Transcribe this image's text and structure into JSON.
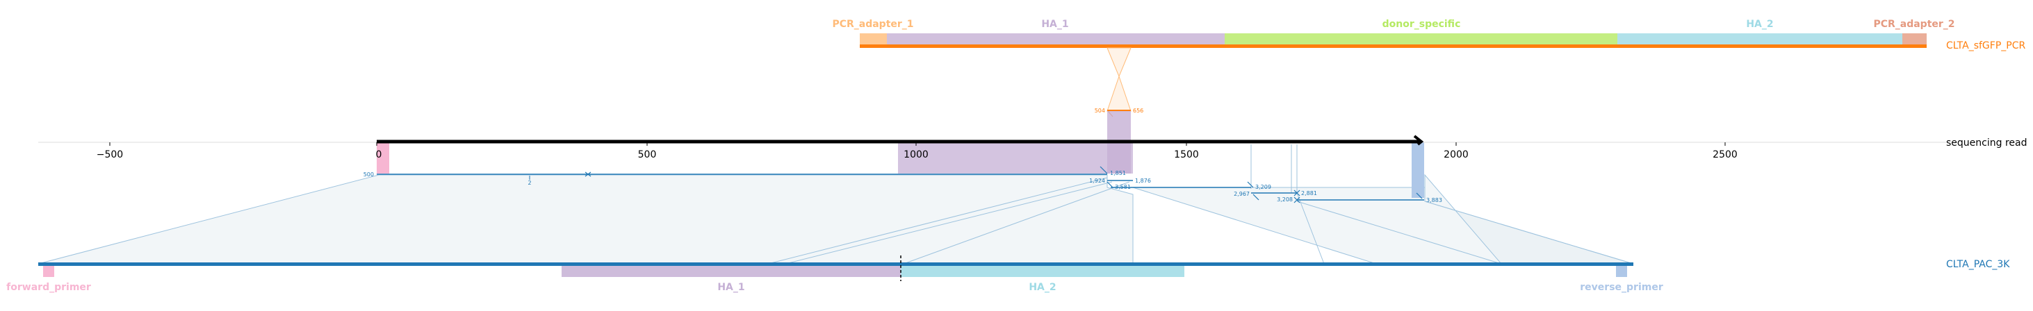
{
  "reference": {
    "name": "CLTA_sfGFP_PCR",
    "color": "#ff7f0e",
    "features": [
      {
        "name": "PCR_adapter_1",
        "color": "#ffbb78"
      },
      {
        "name": "HA_1",
        "color": "#c5b0d5"
      },
      {
        "name": "donor_specific",
        "color": "#b5ea63"
      },
      {
        "name": "HA_2",
        "color": "#9edae5"
      },
      {
        "name": "PCR_adapter_2",
        "color": "#e59a80"
      }
    ],
    "insert_coords": {
      "start": "504",
      "end": "656"
    }
  },
  "read": {
    "name": "sequencing read",
    "axis_ticks": [
      "−500",
      "0",
      "500",
      "1000",
      "1500",
      "2000",
      "2500"
    ],
    "start_coord": "500",
    "alignment_coords": {
      "a": "1,851",
      "b": "1,876",
      "c": "1,924",
      "d": "3,581",
      "e": "2,967",
      "f": "3,209",
      "g": "3,208",
      "h": "2,881",
      "i": "3,883"
    },
    "marker_label": "2"
  },
  "target": {
    "name": "CLTA_PAC_3K",
    "color": "#1f77b4",
    "features": [
      {
        "name": "forward_primer",
        "color": "#f7b6d2"
      },
      {
        "name": "HA_1",
        "color": "#c5b0d5"
      },
      {
        "name": "HA_2",
        "color": "#9edae5"
      },
      {
        "name": "reverse_primer",
        "color": "#aec7e8"
      }
    ]
  }
}
